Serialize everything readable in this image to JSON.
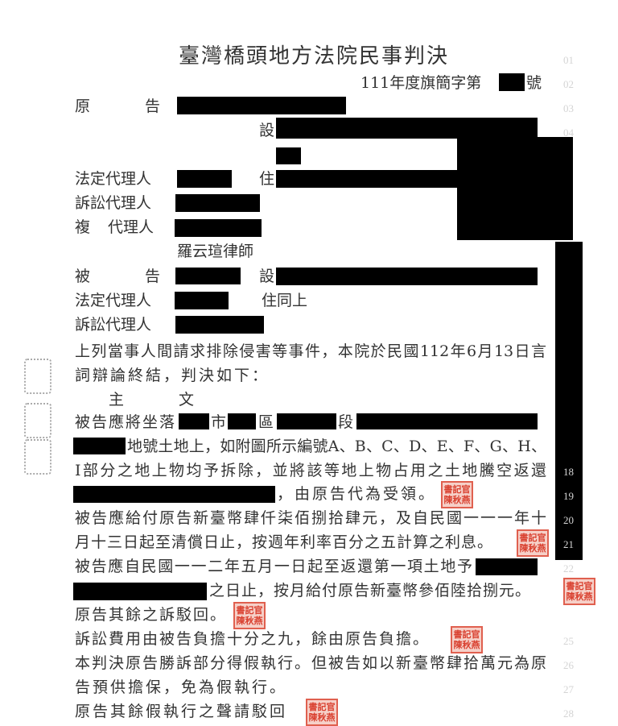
{
  "title": "臺灣橋頭地方法院民事判決",
  "case_number_prefix": "111年度旗簡字第",
  "case_number_suffix": "號",
  "parties": {
    "plaintiff_label_1": "原",
    "plaintiff_label_2": "告",
    "located_at": "設",
    "legal_rep": "法定代理人",
    "resides": "住",
    "litigation_rep": "訴訟代理人",
    "sub_rep_1": "複",
    "sub_rep_2": "代理人",
    "lawyer": "羅云瑄律師",
    "defendant_label_1": "被",
    "defendant_label_2": "告",
    "defendant_located_at": "設",
    "defendant_legal_rep": "法定代理人",
    "same_address": "住同上",
    "defendant_litigation_rep": "訴訟代理人"
  },
  "body": {
    "intro_1": "上列當事人間請求排除侵害等事件，本院於民國112年6月13日言",
    "intro_2": "詞辯論終結，判決如下：",
    "main_1": "主",
    "main_2": "文",
    "p1_a": "被告應將坐落",
    "p1_city": "市",
    "p1_district": "區",
    "p1_section": "段",
    "p1_b": "地號土地上，如附圖所示編號A、B、C、D、E、F、G、H、",
    "p1_c": "I部分之地上物均予拆除，並將該等地上物占用之土地騰空返還",
    "p1_d": "，由原告代為受領。",
    "p2_a": "被告應給付原告新臺幣肆仟柒佰捌拾肆元，及自民國一一一年十",
    "p2_b": "月十三日起至清償日止，按週年利率百分之五計算之利息。",
    "p3_a": "被告應自民國一一二年五月一日起至返還第一項土地予",
    "p3_b": "之日止，按月給付原告新臺幣參佰陸拾捌元。",
    "p4": "原告其餘之訴駁回。",
    "p5": "訴訟費用由被告負擔十分之九，餘由原告負擔。",
    "p6_a": "本判決原告勝訴部分得假執行。但被告如以新臺幣肆拾萬元為原",
    "p6_b": "告預供擔保，免為假執行。",
    "p7": "原告其餘假執行之聲請駁回"
  },
  "line_numbers": [
    "01",
    "02",
    "03",
    "04",
    "18",
    "19",
    "20",
    "21",
    "22",
    "25",
    "26",
    "27",
    "28"
  ],
  "stamp": {
    "line1": "書記官",
    "line2": "陳秋燕",
    "color": "#d9402f"
  }
}
